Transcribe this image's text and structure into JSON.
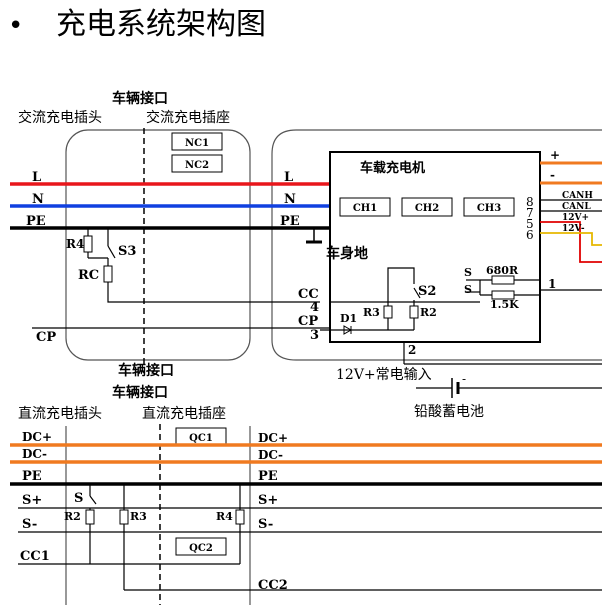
{
  "heading": {
    "bullet": "•",
    "title": "充电系统架构图"
  },
  "colors": {
    "L": "#e8161b",
    "N": "#1040e0",
    "PE": "#000000",
    "DC": "#f07a20",
    "CANH": "#000000",
    "CANL": "#000000",
    "V12P": "#e00000",
    "V12N": "#e6b800"
  },
  "ac": {
    "interface_top": "车辆接口",
    "interface_bottom": "车辆接口",
    "plug": "交流充电插头",
    "socket": "交流充电插座",
    "nc1": "NC1",
    "nc2": "NC2",
    "left_labels": {
      "L": "L",
      "N": "N",
      "PE": "PE",
      "CP": "CP"
    },
    "right_labels": {
      "L": "L",
      "N": "N",
      "PE": "PE",
      "CC": "CC",
      "CP": "CP"
    },
    "r4": "R4",
    "s3": "S3",
    "rc": "RC",
    "pin_cc": "4",
    "pin_cp": "3",
    "obc": {
      "title": "车载充电机",
      "ch1": "CH1",
      "ch2": "CH2",
      "ch3": "CH3",
      "body_ground": "车身地",
      "d1": "D1",
      "r3": "R3",
      "r2": "R2",
      "s2": "S2",
      "s_a": "S",
      "s_b": "S",
      "r680": "680R",
      "r1k5": "1.5K",
      "out_plus": "+",
      "out_minus": "-",
      "pins": [
        "8",
        "7",
        "5",
        "6"
      ],
      "pin_1": "1",
      "pin_2": "2",
      "canh": "CANH",
      "canl": "CANL",
      "v12p": "12V+",
      "v12n": "12V-"
    },
    "v12_input": "12V+常电输入",
    "battery": "铅酸蓄电池",
    "battery_minus": "-"
  },
  "dc": {
    "interface_top": "车辆接口",
    "plug": "直流充电插头",
    "socket": "直流充电插座",
    "qc1": "QC1",
    "qc2": "QC2",
    "left_labels": {
      "dcp": "DC+",
      "dcm": "DC-",
      "pe": "PE",
      "sp": "S+",
      "sm": "S-",
      "cc1": "CC1"
    },
    "right_labels": {
      "dcp": "DC+",
      "dcm": "DC-",
      "pe": "PE",
      "sp": "S+",
      "sm": "S-",
      "cc2": "CC2"
    },
    "s": "S",
    "r2": "R2",
    "r3": "R3",
    "r4": "R4"
  }
}
